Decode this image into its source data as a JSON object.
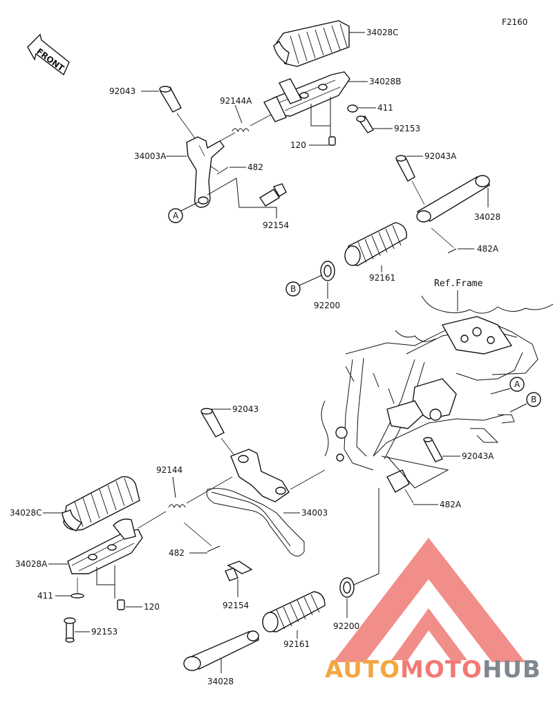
{
  "figure_code": "F2160",
  "front_arrow_text": "FRONT",
  "ref_frame_label": "Ref.Frame",
  "part_labels": {
    "p34028C_top": "34028C",
    "p34028B": "34028B",
    "p411_top": "411",
    "p92153_top": "92153",
    "p120_top": "120",
    "p92043_top": "92043",
    "p92144A": "92144A",
    "p34003A": "34003A",
    "p482_top": "482",
    "p92154_top": "92154",
    "p92043A_top": "92043A",
    "p34028_top": "34028",
    "p482A_top": "482A",
    "p92161_top": "92161",
    "p92200_top": "92200",
    "p92043_bot": "92043",
    "p92144": "92144",
    "p34028C_bot": "34028C",
    "p34003": "34003",
    "p482_bot": "482",
    "p34028A": "34028A",
    "p411_bot": "411",
    "p120_bot": "120",
    "p92153_bot": "92153",
    "p92154_bot": "92154",
    "p92200_bot": "92200",
    "p92161_bot": "92161",
    "p34028_bot": "34028",
    "p92043A_bot": "92043A",
    "p482A_bot": "482A"
  },
  "callouts": {
    "a_left": "A",
    "b_left": "B",
    "a_right": "A",
    "b_right": "B"
  },
  "watermark": {
    "word_part1": "AUTO",
    "word_part2": "MOTO",
    "word_part3": "HUB",
    "color_red": "#f07a75",
    "color_orange": "#f3a640",
    "color_grey": "#7f8790"
  }
}
